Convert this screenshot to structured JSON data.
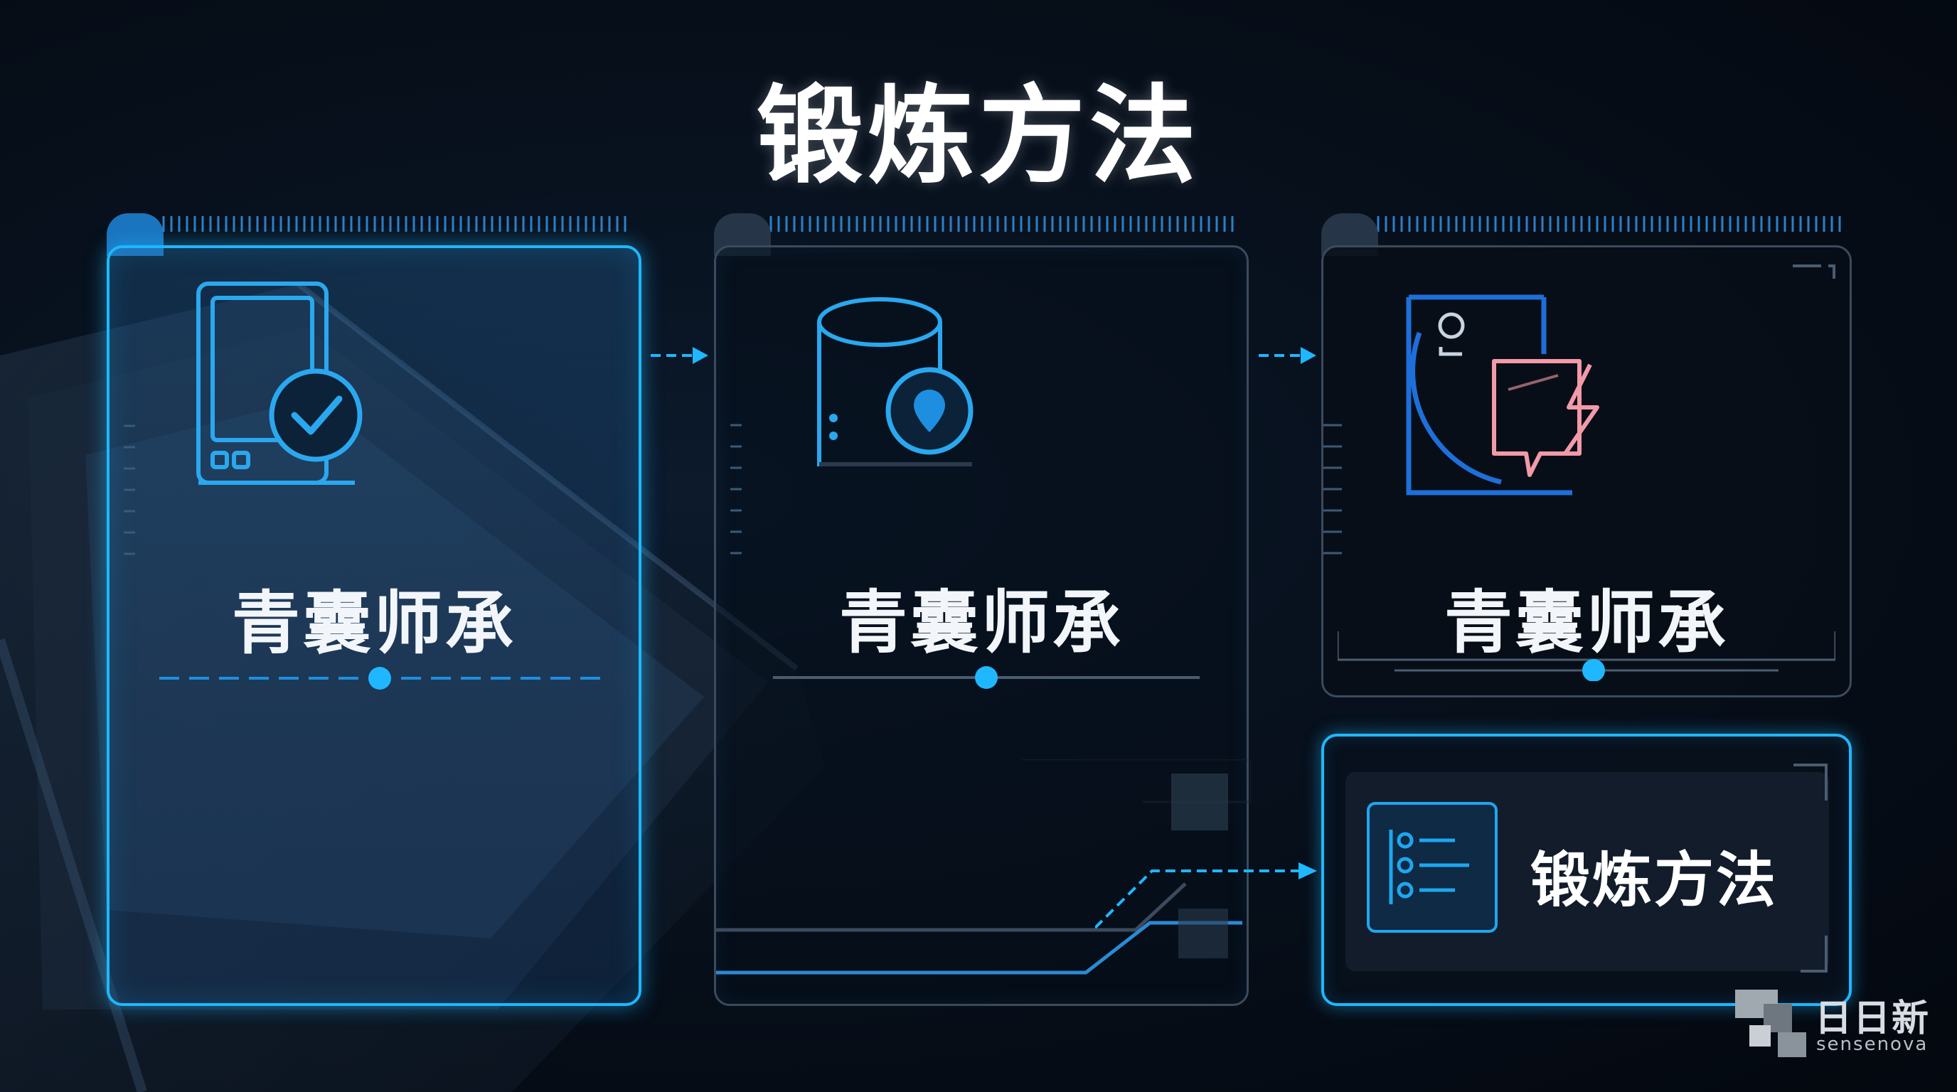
{
  "title": "锻炼方法",
  "cards": [
    {
      "label": "青囊师承",
      "icon": "phone-check-icon"
    },
    {
      "label": "青囊师承",
      "icon": "database-location-icon"
    },
    {
      "label": "青囊师承",
      "icon": "document-chat-lightning-icon"
    }
  ],
  "method_card": {
    "label": "锻炼方法",
    "icon": "checklist-icon"
  },
  "brand": {
    "name": "日日新",
    "sub": "sensenova"
  },
  "colors": {
    "accent": "#1fb7ff",
    "accent_blue": "#1e6fd9",
    "pink": "#f29aa8",
    "frame": "#3b4a5c"
  }
}
